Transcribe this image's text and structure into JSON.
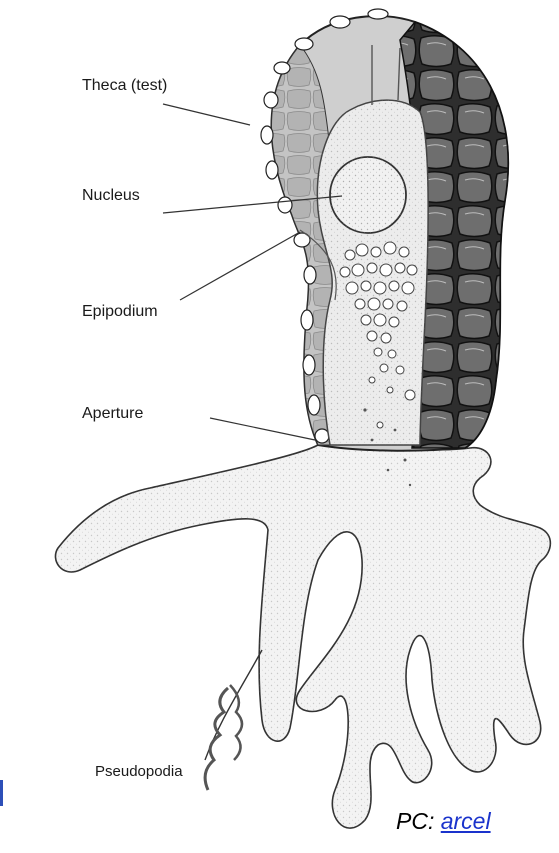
{
  "diagram": {
    "labels": {
      "theca": "Theca (test)",
      "nucleus": "Nucleus",
      "epipodium": "Epipodium",
      "aperture": "Aperture",
      "pseudopodia": "Pseudopodia"
    },
    "credit": {
      "prefix": "PC: ",
      "link_text": "arcel"
    },
    "colors": {
      "ink": "#1a1a1a",
      "shell_left": "#c9c9c9",
      "shell_right": "#3a3a3a",
      "cytoplasm": "#eeeeee",
      "link": "#1a33cc"
    }
  }
}
